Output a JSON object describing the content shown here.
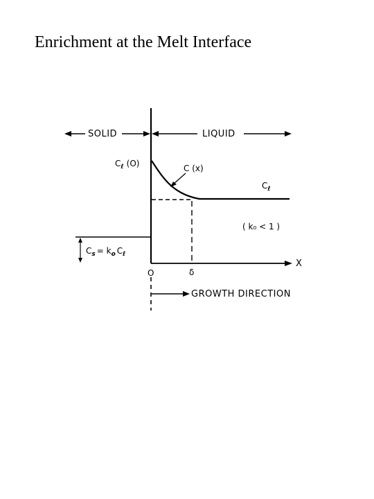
{
  "title": "Enrichment at the Melt Interface",
  "diagram": {
    "solid_label": "SOLID",
    "liquid_label": "LIQUID",
    "cl0_main": "C",
    "cl0_sub": "ℓ",
    "cl0_arg": "(O)",
    "cx_label": "C (x)",
    "cl_main": "C",
    "cl_sub": "ℓ",
    "k_condition": "( k₀ < 1 )",
    "cs_main": "C",
    "cs_sub": "s",
    "cs_eq": "= k",
    "cs_sub2": "o",
    "cs_c": "C",
    "cs_sub3": "ℓ",
    "x_axis_label": "X",
    "origin_label": "O",
    "delta_label": "δ",
    "growth_label": "GROWTH DIRECTION"
  }
}
